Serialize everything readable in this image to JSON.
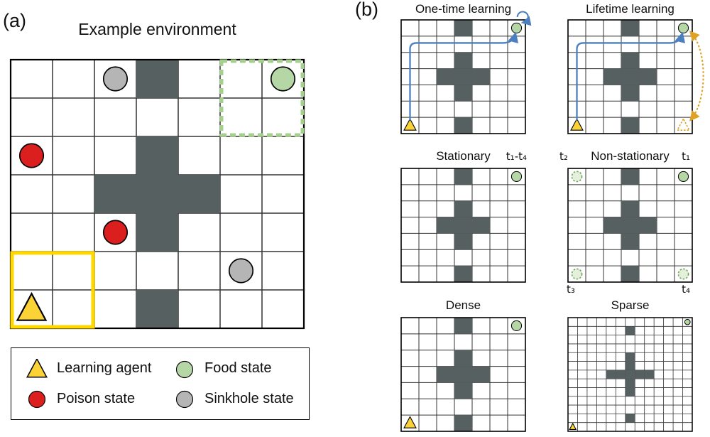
{
  "colors": {
    "wall": "#576061",
    "grid_line": "#333333",
    "agent_fill": "#fcd337",
    "food_fill": "#b5d7a5",
    "poison_fill": "#db1f1f",
    "sinkhole_fill": "#b5b5b5",
    "food_region_border": "#a4d08c",
    "agent_region_border": "#ffd800",
    "path_blue": "#4b7fc0",
    "respawn_orange": "#e0a225",
    "ghost_green_stroke": "#6fa55a",
    "ghost_green_fill": "#e4f0dc"
  },
  "panel_a": {
    "label": "(a)",
    "title": "Example environment",
    "grid": {
      "rows": 7,
      "cols": 7,
      "line_width": 1.5,
      "border_width": 2.2,
      "walls": [
        [
          0,
          3
        ],
        [
          2,
          3
        ],
        [
          3,
          2
        ],
        [
          3,
          3
        ],
        [
          3,
          4
        ],
        [
          4,
          3
        ],
        [
          6,
          3
        ]
      ],
      "items": [
        {
          "type": "sinkhole",
          "row": 0,
          "col": 2
        },
        {
          "type": "food",
          "row": 0,
          "col": 6
        },
        {
          "type": "poison",
          "row": 2,
          "col": 0
        },
        {
          "type": "poison",
          "row": 4,
          "col": 2
        },
        {
          "type": "sinkhole",
          "row": 5,
          "col": 5
        },
        {
          "type": "agent",
          "row": 6,
          "col": 0
        }
      ],
      "regions": [
        {
          "name": "food-start",
          "row": 0,
          "col": 5,
          "rows": 2,
          "cols": 2,
          "color_key": "food_region_border",
          "dashed": true
        },
        {
          "name": "agent-start",
          "row": 5,
          "col": 0,
          "rows": 2,
          "cols": 2,
          "color_key": "agent_region_border",
          "dashed": false
        }
      ]
    },
    "legend": [
      {
        "icon": "agent",
        "label": "Learning agent"
      },
      {
        "icon": "food",
        "label": "Food state"
      },
      {
        "icon": "poison",
        "label": "Poison state"
      },
      {
        "icon": "sinkhole",
        "label": "Sinkhole state"
      }
    ]
  },
  "panel_b": {
    "label": "(b)",
    "panels": {
      "onetime": {
        "title": "One-time learning",
        "grid": {
          "rows": 7,
          "cols": 7,
          "walls": [
            [
              0,
              3
            ],
            [
              2,
              3
            ],
            [
              3,
              2
            ],
            [
              3,
              3
            ],
            [
              3,
              4
            ],
            [
              4,
              3
            ],
            [
              6,
              3
            ]
          ],
          "items": [
            {
              "type": "agent",
              "row": 6,
              "col": 0
            },
            {
              "type": "food",
              "row": 0,
              "col": 6
            }
          ],
          "annotations": [
            "learning-path",
            "food-loop"
          ]
        }
      },
      "lifetime": {
        "title": "Lifetime learning",
        "grid": {
          "rows": 7,
          "cols": 7,
          "walls": [
            [
              0,
              3
            ],
            [
              2,
              3
            ],
            [
              3,
              2
            ],
            [
              3,
              3
            ],
            [
              3,
              4
            ],
            [
              4,
              3
            ],
            [
              6,
              3
            ]
          ],
          "items": [
            {
              "type": "agent",
              "row": 6,
              "col": 0
            },
            {
              "type": "food",
              "row": 0,
              "col": 6
            },
            {
              "type": "agent-ghost",
              "row": 6,
              "col": 6
            }
          ],
          "annotations": [
            "learning-path",
            "respawn-arrow"
          ]
        }
      },
      "stationary": {
        "title": "Stationary",
        "time_label": "t₁-t₄",
        "grid": {
          "rows": 7,
          "cols": 7,
          "walls": [
            [
              0,
              3
            ],
            [
              2,
              3
            ],
            [
              3,
              2
            ],
            [
              3,
              3
            ],
            [
              3,
              4
            ],
            [
              4,
              3
            ],
            [
              6,
              3
            ]
          ],
          "items": [
            {
              "type": "food",
              "row": 0,
              "col": 6
            }
          ]
        }
      },
      "nonstationary": {
        "title": "Non-stationary",
        "t1": "t₁",
        "t2": "t₂",
        "t3": "t₃",
        "t4": "t₄",
        "grid": {
          "rows": 7,
          "cols": 7,
          "walls": [
            [
              0,
              3
            ],
            [
              2,
              3
            ],
            [
              3,
              2
            ],
            [
              3,
              3
            ],
            [
              3,
              4
            ],
            [
              4,
              3
            ],
            [
              6,
              3
            ]
          ],
          "items": [
            {
              "type": "food",
              "row": 0,
              "col": 6
            },
            {
              "type": "food-ghost",
              "row": 0,
              "col": 0
            },
            {
              "type": "food-ghost",
              "row": 6,
              "col": 0
            },
            {
              "type": "food-ghost",
              "row": 6,
              "col": 6
            }
          ]
        }
      },
      "dense": {
        "title": "Dense",
        "grid": {
          "rows": 7,
          "cols": 7,
          "walls": [
            [
              0,
              3
            ],
            [
              2,
              3
            ],
            [
              3,
              2
            ],
            [
              3,
              3
            ],
            [
              3,
              4
            ],
            [
              4,
              3
            ],
            [
              6,
              3
            ]
          ],
          "items": [
            {
              "type": "food",
              "row": 0,
              "col": 6
            },
            {
              "type": "agent",
              "row": 6,
              "col": 0
            }
          ]
        }
      },
      "sparse": {
        "title": "Sparse",
        "grid": {
          "rows": 13,
          "cols": 13,
          "line_width": 0.8,
          "border_width": 1.5,
          "walls": [
            [
              1,
              6
            ],
            [
              4,
              6
            ],
            [
              5,
              6
            ],
            [
              6,
              6
            ],
            [
              7,
              6
            ],
            [
              8,
              6
            ],
            [
              6,
              4
            ],
            [
              6,
              5
            ],
            [
              6,
              7
            ],
            [
              6,
              8
            ],
            [
              11,
              6
            ]
          ],
          "items": [
            {
              "type": "food",
              "row": 0,
              "col": 12
            },
            {
              "type": "agent",
              "row": 12,
              "col": 0
            }
          ]
        }
      }
    }
  }
}
